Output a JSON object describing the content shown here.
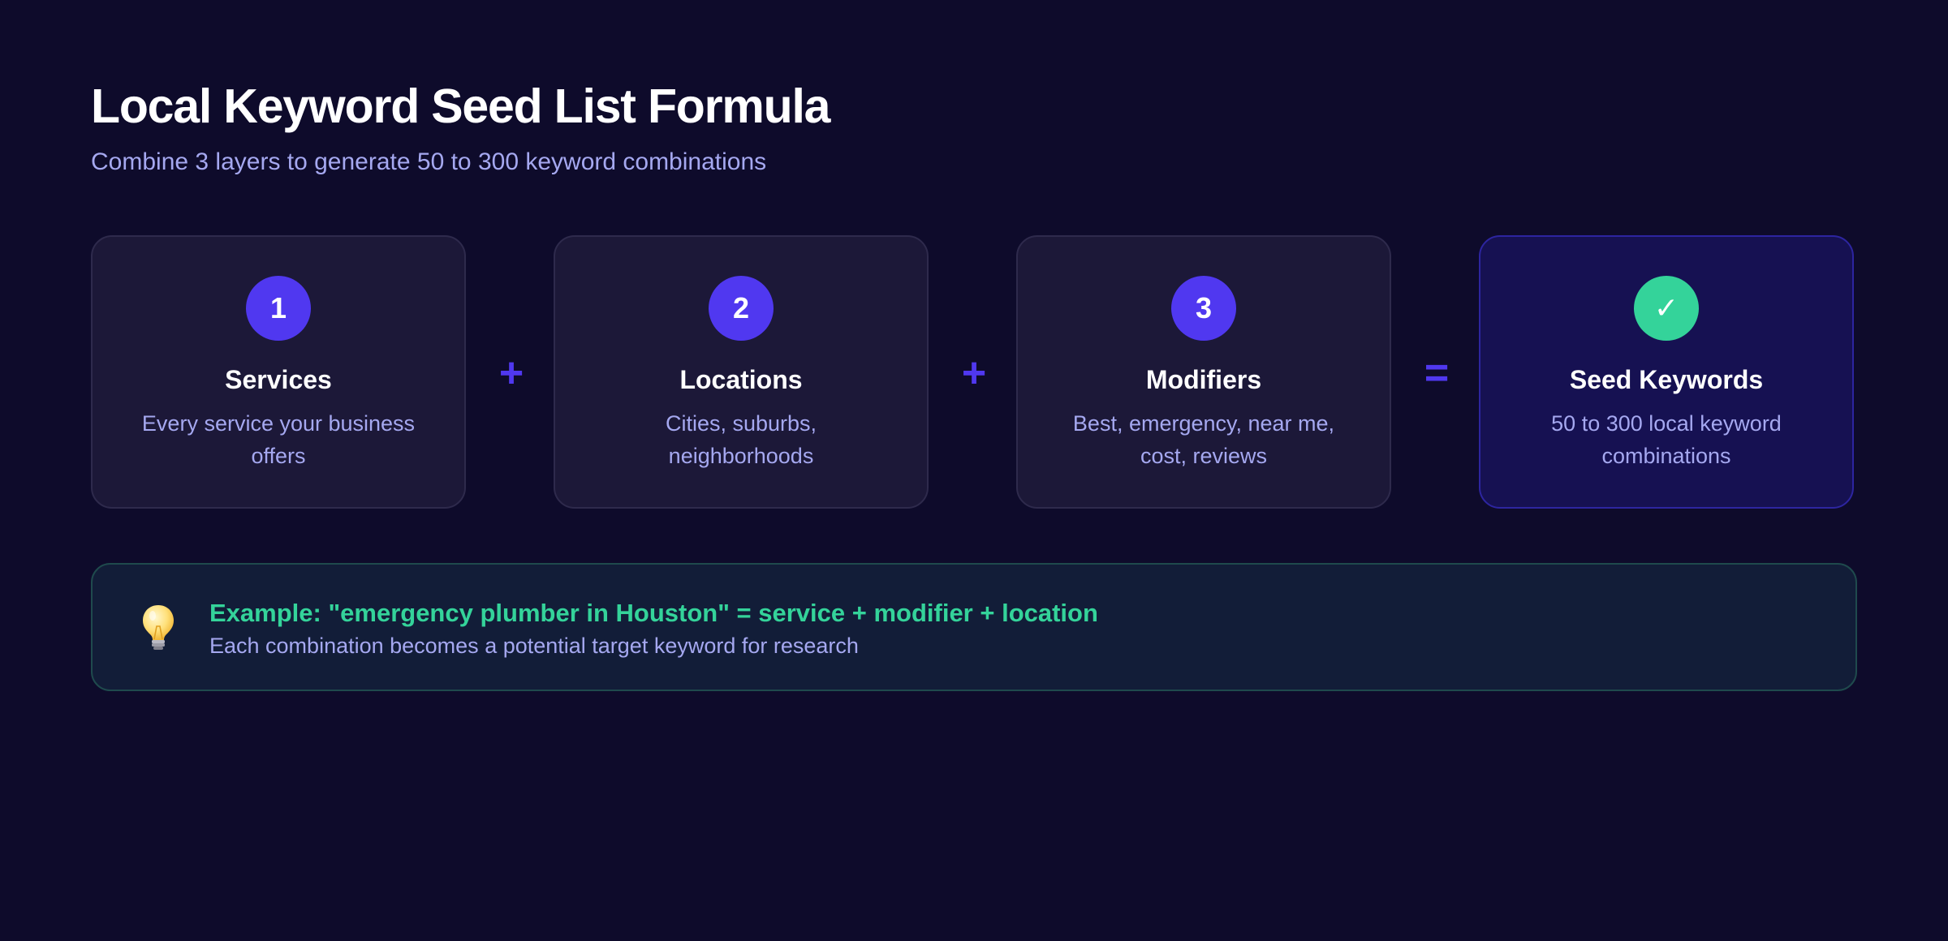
{
  "header": {
    "title": "Local Keyword Seed List Formula",
    "subtitle": "Combine 3 layers to generate 50 to 300 keyword combinations"
  },
  "layers": [
    {
      "badge": "1",
      "title": "Services",
      "description": "Every service your business offers"
    },
    {
      "badge": "2",
      "title": "Locations",
      "description": "Cities, suburbs, neighborhoods"
    },
    {
      "badge": "3",
      "title": "Modifiers",
      "description": "Best, emergency, near me, cost, reviews"
    }
  ],
  "result": {
    "badge": "✓",
    "icon": "checkmark-icon",
    "title": "Seed Keywords",
    "description": "50 to 300 local keyword combinations"
  },
  "operators": [
    "+",
    "+",
    "="
  ],
  "example": {
    "icon": "lightbulb-icon",
    "title": "Example: \"emergency plumber in Houston\" = service + modifier + location",
    "subtitle": "Each combination becomes a potential target keyword for research"
  },
  "colors": {
    "background": "#0e0b2b",
    "card": "#1c1838",
    "result_card": "#161152",
    "accent": "#5038f0",
    "success": "#34d39a",
    "muted_text": "#a5a8f0",
    "example_bg": "#121d38"
  }
}
